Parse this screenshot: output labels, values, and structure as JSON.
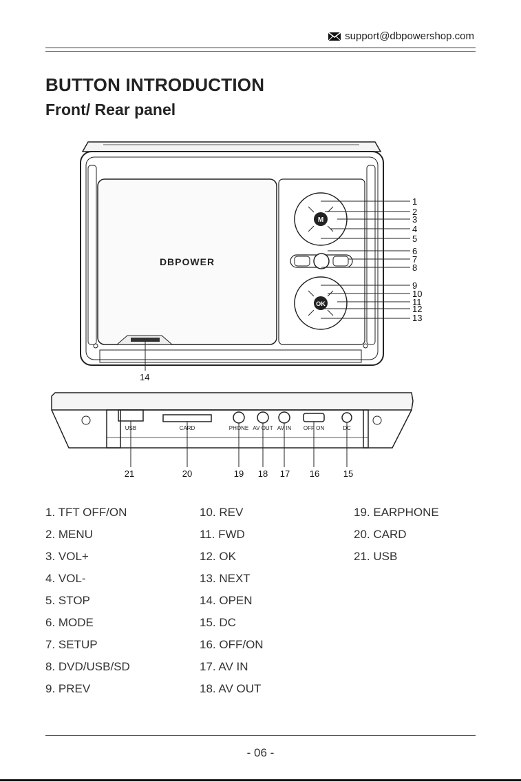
{
  "header": {
    "email": "support@dbpowershop.com",
    "mail_icon": "envelope-icon"
  },
  "title": "BUTTON INTRODUCTION",
  "subtitle": "Front/ Rear panel",
  "figure": {
    "brand": "DBPOWER",
    "front_callouts": [
      "1",
      "2",
      "3",
      "4",
      "5",
      "6",
      "7",
      "8",
      "9",
      "10",
      "11",
      "12",
      "13"
    ],
    "open_callout": "14",
    "rear_callouts": [
      "21",
      "20",
      "19",
      "18",
      "17",
      "16",
      "15"
    ],
    "rear_port_labels": [
      "USB",
      "CARD",
      "PHONE",
      "AV OUT",
      "AV IN",
      "OFF ON",
      "DC"
    ],
    "ok_label": "OK",
    "menu_label": "M"
  },
  "list": {
    "col1": [
      "1. TFT OFF/ON",
      "2. MENU",
      "3. VOL+",
      "4. VOL-",
      "5. STOP",
      "6. MODE",
      "7. SETUP",
      "8. DVD/USB/SD",
      "9. PREV"
    ],
    "col2": [
      "10. REV",
      "11. FWD",
      "12. OK",
      "13. NEXT",
      "14. OPEN",
      "15. DC",
      "16. OFF/ON",
      "17. AV IN",
      "18. AV OUT"
    ],
    "col3": [
      "19. EARPHONE",
      "20. CARD",
      "21. USB"
    ]
  },
  "footer": {
    "page": "- 06 -"
  }
}
